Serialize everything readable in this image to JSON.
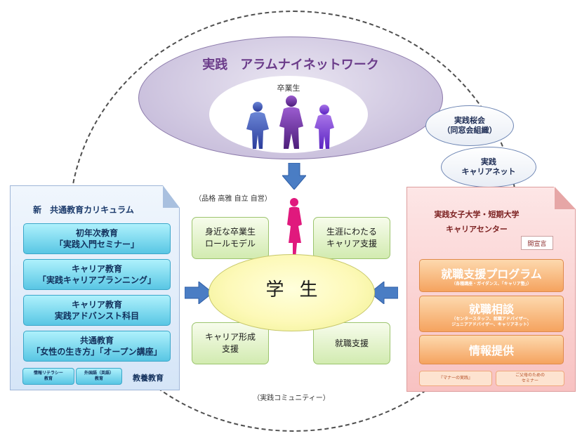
{
  "alumni": {
    "title": "実践　アラムナイネットワーク",
    "subtitle": "卒業生"
  },
  "top_right": {
    "oval1": [
      "実践桜会",
      "（同窓会組織）"
    ],
    "oval2": [
      "実践",
      "キャリアネット"
    ]
  },
  "center": {
    "motto": "（品格 高雅 自立 自営）",
    "student": "学生",
    "boxes": {
      "top_left": [
        "身近な卒業生",
        "ロールモデル"
      ],
      "top_right": [
        "生涯にわたる",
        "キャリア支援"
      ],
      "bottom_left": [
        "キャリア形成",
        "支援"
      ],
      "bottom_right": [
        "就職支援"
      ]
    },
    "community": "（実践コミュニティー）"
  },
  "left_panel": {
    "title": "新　共通教育カリキュラム",
    "items": [
      [
        "初年次教育",
        "「実践入門セミナー」"
      ],
      [
        "キャリア教育",
        "「実践キャリアプランニング」"
      ],
      [
        "キャリア教育",
        "実践アドバンスト科目"
      ],
      [
        "共通教育",
        "「女性の生き方」「オープン講座」"
      ]
    ],
    "small": {
      "info": [
        "情報リテラシー",
        "教育"
      ],
      "lang": [
        "外国語（英語）",
        "教育"
      ],
      "liberal": "教養教育"
    }
  },
  "right_panel": {
    "title1": "実践女子大学・短期大学",
    "title2": "キャリアセンター",
    "logo": "開宣言",
    "program": {
      "title": "就職支援プログラム",
      "sub": "（各種講座・ガイダンス、「キャリア塾」）"
    },
    "counsel": {
      "title": "就職相談",
      "sub": [
        "（センタースタッフ、就職アドバイザー、",
        "ジュニアアドバイザー、キャリアネット）"
      ]
    },
    "info": "情報提供",
    "small": {
      "manner": "『マナーの実践』",
      "parents": [
        "ご父母のための",
        "セミナー"
      ]
    }
  },
  "colors": {
    "arrow_blue": "#4a7dc4",
    "alumni_purple": "#6b3c8a",
    "student_pink": "#e0197d"
  }
}
